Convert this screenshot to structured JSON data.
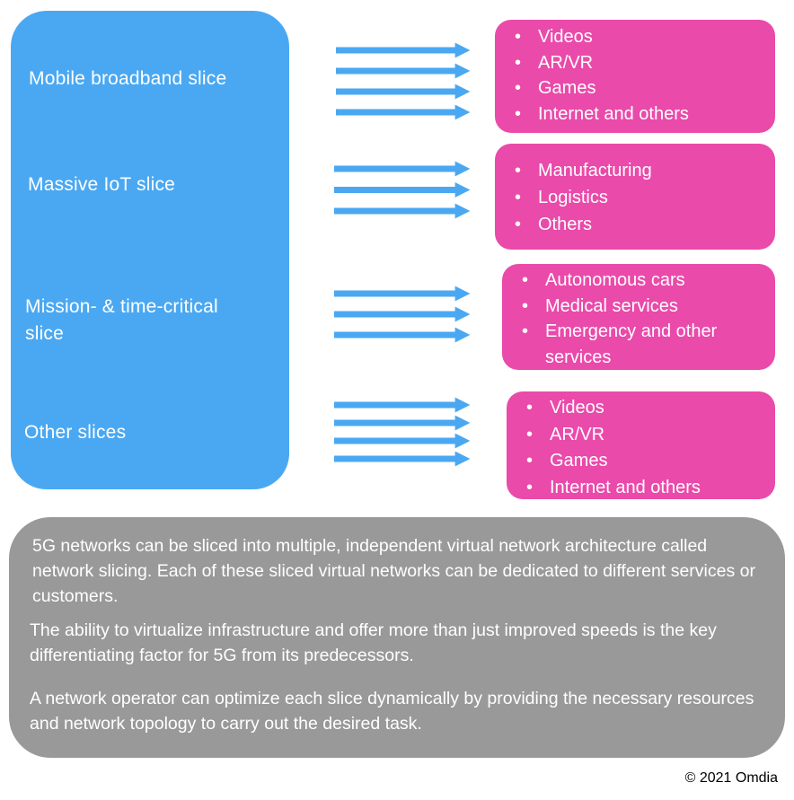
{
  "slices": [
    {
      "label": "Mobile broadband slice",
      "items": [
        "Videos",
        "AR/VR",
        "Games",
        "Internet and others"
      ]
    },
    {
      "label": "Massive IoT slice",
      "items": [
        "Manufacturing",
        "Logistics",
        "Others"
      ]
    },
    {
      "label": "Mission- & time-critical slice",
      "items": [
        "Autonomous cars",
        "Medical services",
        "Emergency and other services"
      ]
    },
    {
      "label": "Other slices",
      "items": [
        "Videos",
        "AR/VR",
        "Games",
        "Internet and others"
      ]
    }
  ],
  "summary": {
    "paragraph_1": "5G networks can be sliced into multiple, independent virtual network architecture called network slicing. Each of these sliced virtual networks can be dedicated to different services or customers.",
    "paragraph_2": "The ability to virtualize infrastructure and offer more than just improved speeds is the key differentiating factor for 5G from its predecessors.",
    "paragraph_3": "A network operator can optimize each slice dynamically by providing the necessary resources and network topology to carry out the desired task."
  },
  "copyright": "© 2021 Omdia",
  "colors": {
    "slice_panel": "#4aa8f2",
    "service_boxes": "#ea4aaa",
    "arrows": "#4aa8f2",
    "summary_panel": "#999999"
  }
}
